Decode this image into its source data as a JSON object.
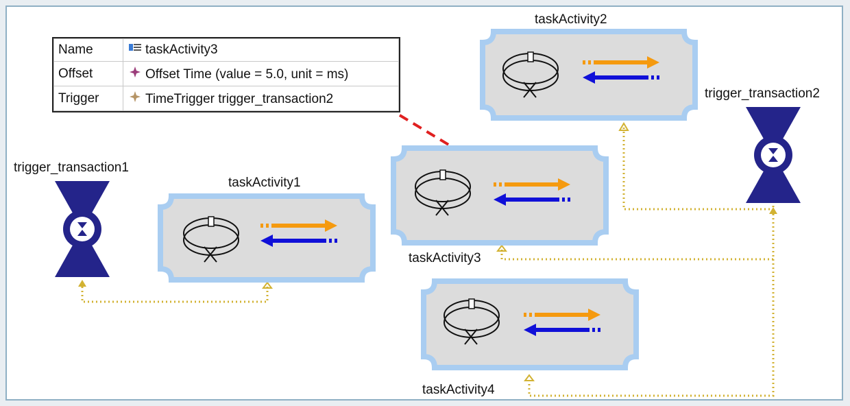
{
  "properties": {
    "rows": [
      {
        "key": "Name",
        "value": "taskActivity3",
        "icon": "task-list-icon"
      },
      {
        "key": "Offset",
        "value": "Offset Time (value = 5.0, unit = ms)",
        "icon": "diamond-icon"
      },
      {
        "key": "Trigger",
        "value": "TimeTrigger trigger_transaction2",
        "icon": "diamond-icon"
      }
    ]
  },
  "tasks": [
    {
      "name": "taskActivity1"
    },
    {
      "name": "taskActivity2"
    },
    {
      "name": "taskActivity3"
    },
    {
      "name": "taskActivity4"
    }
  ],
  "triggers": [
    {
      "name": "trigger_transaction1"
    },
    {
      "name": "trigger_transaction2"
    }
  ],
  "colors": {
    "task_border": "#a9cdf1",
    "task_fill": "#dcdcdc",
    "trigger_fill": "#24248a",
    "connector": "#d2b232",
    "highlight_link": "#e02020",
    "out_arrow": "#f59a0f",
    "in_arrow": "#1010d8"
  }
}
